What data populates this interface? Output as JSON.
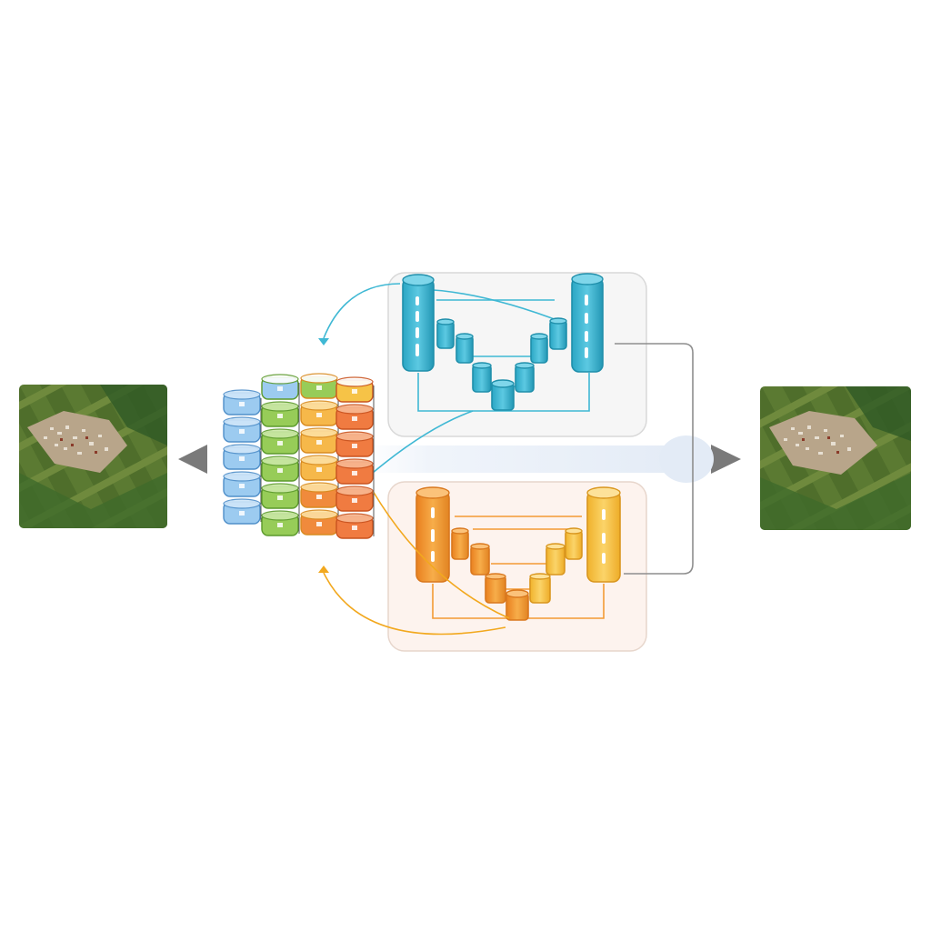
{
  "colors": {
    "background": "#ffffff",
    "cyan": "#3fb8d4",
    "cyan_dark": "#1f8fab",
    "orange": "#f39a33",
    "orange_dark": "#d9781e",
    "yellow": "#f7c547",
    "green": "#8cc84b",
    "blue": "#8ec3ec",
    "red": "#ec6a3b",
    "gray_line": "#8e8e8e",
    "panel_top_fill": "#f6f6f6",
    "panel_bottom_fill": "#fdf3ee",
    "arrow_gray": "#7a7a7a"
  },
  "nodes": {
    "input_image": {
      "kind": "aerial-photo",
      "theme": "village among green fields"
    },
    "output_image": {
      "kind": "aerial-photo",
      "theme": "village among green fields"
    },
    "feature_stack": {
      "columns": [
        "blue",
        "green",
        "yellow-orange",
        "orange-red"
      ],
      "rows": 6
    },
    "top_network": {
      "kind": "u-net",
      "color": "cyan",
      "encoder_blocks": 4,
      "decoder_blocks": 4
    },
    "bottom_network": {
      "kind": "u-net",
      "color": "orange",
      "encoder_blocks": 4,
      "decoder_blocks": 4
    }
  },
  "icons": {
    "left_arrow": "left-arrow-icon",
    "right_arrow": "right-arrow-icon"
  }
}
